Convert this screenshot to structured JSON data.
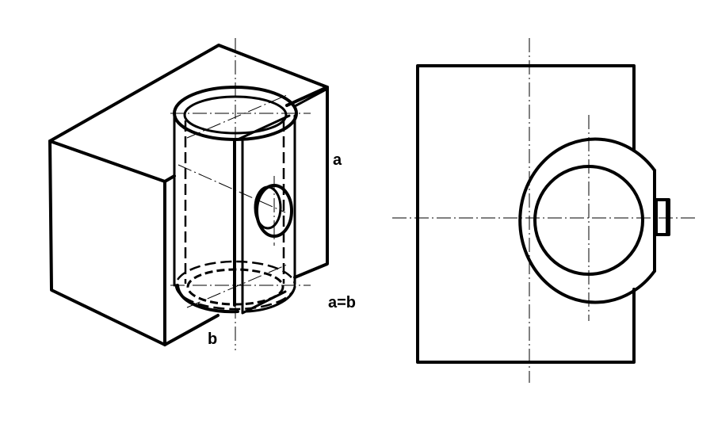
{
  "labels": {
    "dimension_a": "a",
    "equality": "a=b",
    "dimension_b": "b"
  },
  "colors": {
    "stroke": "#000000",
    "background": "#ffffff"
  }
}
